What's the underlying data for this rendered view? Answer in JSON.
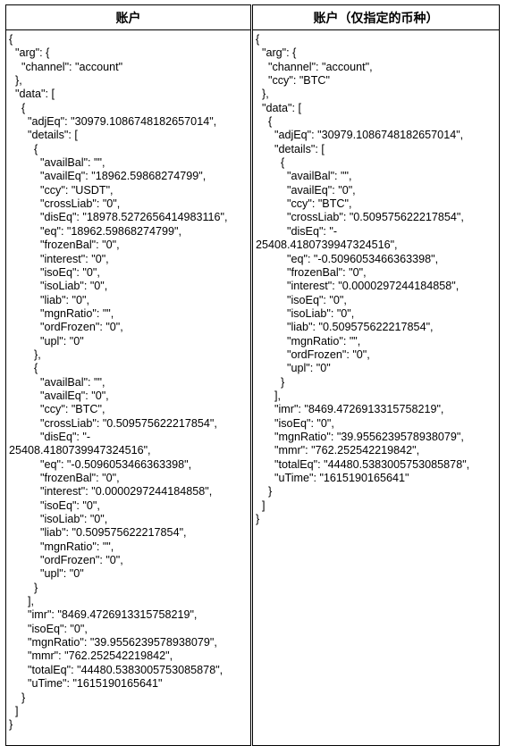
{
  "headers": {
    "left": "账户",
    "right": "账户（仅指定的币种）"
  },
  "left_lines": [
    "{",
    "  \"arg\": {",
    "    \"channel\": \"account\"",
    "  },",
    "  \"data\": [",
    "    {",
    "      \"adjEq\": \"30979.1086748182657014\",",
    "      \"details\": [",
    "        {",
    "          \"availBal\": \"\",",
    "          \"availEq\": \"18962.59868274799\",",
    "          \"ccy\": \"USDT\",",
    "          \"crossLiab\": \"0\",",
    "          \"disEq\": \"18978.5272656414983116\",",
    "          \"eq\": \"18962.59868274799\",",
    "          \"frozenBal\": \"0\",",
    "          \"interest\": \"0\",",
    "          \"isoEq\": \"0\",",
    "          \"isoLiab\": \"0\",",
    "          \"liab\": \"0\",",
    "          \"mgnRatio\": \"\",",
    "          \"ordFrozen\": \"0\",",
    "          \"upl\": \"0\"",
    "        },",
    "        {",
    "          \"availBal\": \"\",",
    "          \"availEq\": \"0\",",
    "          \"ccy\": \"BTC\",",
    "          \"crossLiab\": \"0.509575622217854\",",
    "          \"disEq\": \"-",
    "25408.4180739947324516\",",
    "          \"eq\": \"-0.5096053466363398\",",
    "          \"frozenBal\": \"0\",",
    "          \"interest\": \"0.0000297244184858\",",
    "          \"isoEq\": \"0\",",
    "          \"isoLiab\": \"0\",",
    "          \"liab\": \"0.509575622217854\",",
    "          \"mgnRatio\": \"\",",
    "          \"ordFrozen\": \"0\",",
    "          \"upl\": \"0\"",
    "        }",
    "      ],",
    "      \"imr\": \"8469.4726913315758219\",",
    "      \"isoEq\": \"0\",",
    "      \"mgnRatio\": \"39.9556239578938079\",",
    "      \"mmr\": \"762.252542219842\",",
    "      \"totalEq\": \"44480.5383005753085878\",",
    "      \"uTime\": \"1615190165641\"",
    "    }",
    "  ]",
    "}"
  ],
  "right_lines": [
    "{",
    "  \"arg\": {",
    "    \"channel\": \"account\",",
    "    \"ccy\": \"BTC\"",
    "  },",
    "  \"data\": [",
    "    {",
    "      \"adjEq\": \"30979.1086748182657014\",",
    "      \"details\": [",
    "        {",
    "          \"availBal\": \"\",",
    "          \"availEq\": \"0\",",
    "          \"ccy\": \"BTC\",",
    "          \"crossLiab\": \"0.509575622217854\",",
    "          \"disEq\": \"-",
    "25408.4180739947324516\",",
    "          \"eq\": \"-0.5096053466363398\",",
    "          \"frozenBal\": \"0\",",
    "          \"interest\": \"0.0000297244184858\",",
    "          \"isoEq\": \"0\",",
    "          \"isoLiab\": \"0\",",
    "          \"liab\": \"0.509575622217854\",",
    "          \"mgnRatio\": \"\",",
    "          \"ordFrozen\": \"0\",",
    "          \"upl\": \"0\"",
    "        }",
    "      ],",
    "      \"imr\": \"8469.4726913315758219\",",
    "      \"isoEq\": \"0\",",
    "      \"mgnRatio\": \"39.9556239578938079\",",
    "      \"mmr\": \"762.252542219842\",",
    "      \"totalEq\": \"44480.5383005753085878\",",
    "      \"uTime\": \"1615190165641\"",
    "    }",
    "  ]",
    "}"
  ]
}
